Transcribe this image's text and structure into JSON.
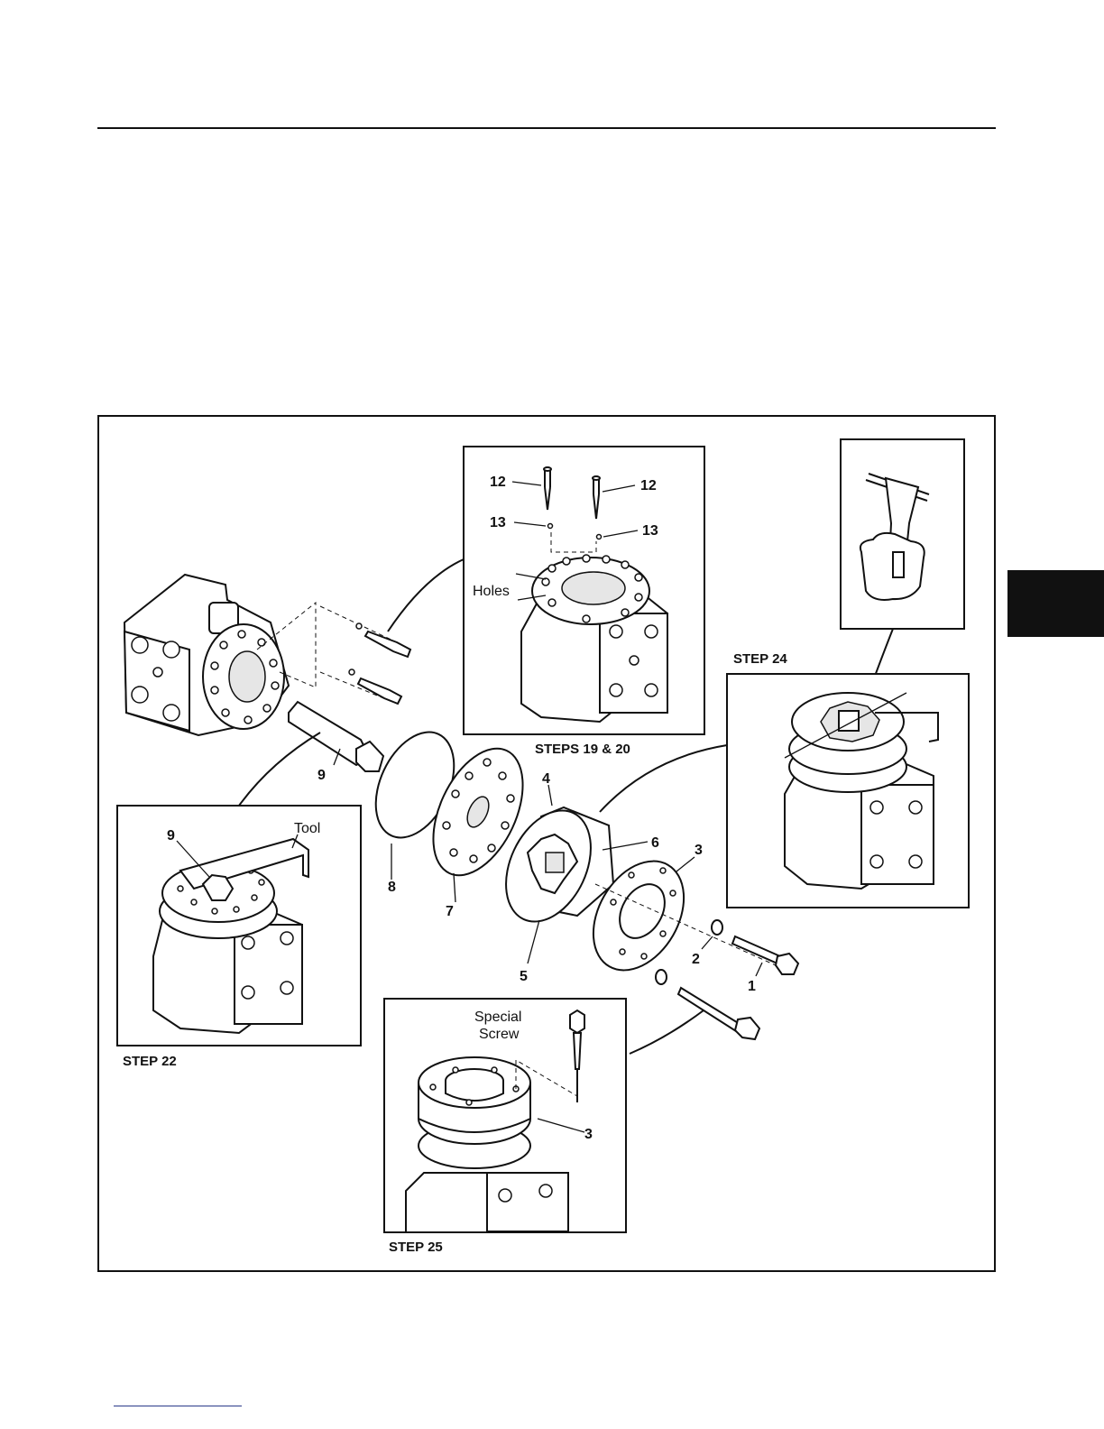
{
  "figure": {
    "captions": {
      "step19_20": "STEPS 19 & 20",
      "step22": "STEP 22",
      "step24": "STEP 24",
      "step25": "STEP 25"
    },
    "labels": {
      "holes": "Holes",
      "tool": "Tool",
      "special_screw_line1": "Special",
      "special_screw_line2": "Screw"
    },
    "callouts": {
      "c1": "1",
      "c2": "2",
      "c3": "3",
      "c4": "4",
      "c5": "5",
      "c6": "6",
      "c7": "7",
      "c8": "8",
      "c9": "9",
      "c12": "12",
      "c13": "13"
    }
  }
}
